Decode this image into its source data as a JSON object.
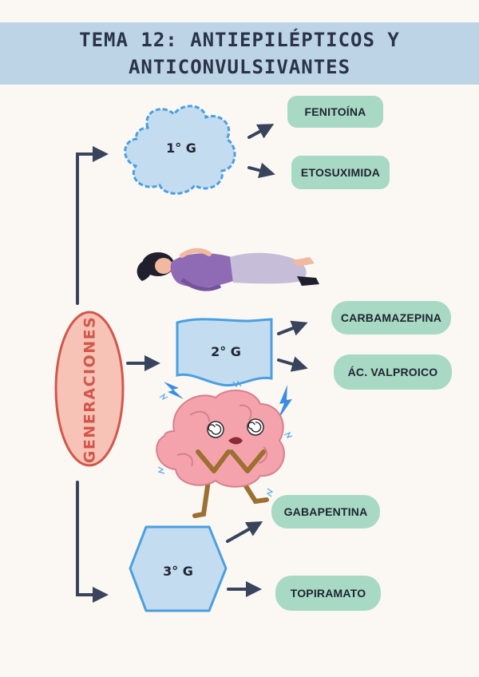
{
  "title": {
    "line1": "TEMA 12: ANTIEPILÉPTICOS Y",
    "line2": "ANTICONVULSIVANTES"
  },
  "root": {
    "label": "GENERACIONES"
  },
  "generations": [
    {
      "label": "1° G",
      "drugs": [
        "FENITOÍNA",
        "ETOSUXIMIDA"
      ]
    },
    {
      "label": "2° G",
      "drugs": [
        "CARBAMAZEPINA",
        "ÁC. VALPROICO"
      ]
    },
    {
      "label": "3° G",
      "drugs": [
        "GABAPENTINA",
        "TOPIRAMATO"
      ]
    }
  ],
  "colors": {
    "title_band": "#bdd4e7",
    "node_fill": "#c3dcef",
    "node_stroke": "#4a9fe0",
    "drug_fill": "#a8d9c4",
    "root_fill": "#f6c3b6",
    "root_stroke": "#d2574b",
    "arrow": "#38445c"
  },
  "illustrations": [
    "person-lying-down-icon",
    "dizzy-brain-icon",
    "lightning-icon"
  ]
}
